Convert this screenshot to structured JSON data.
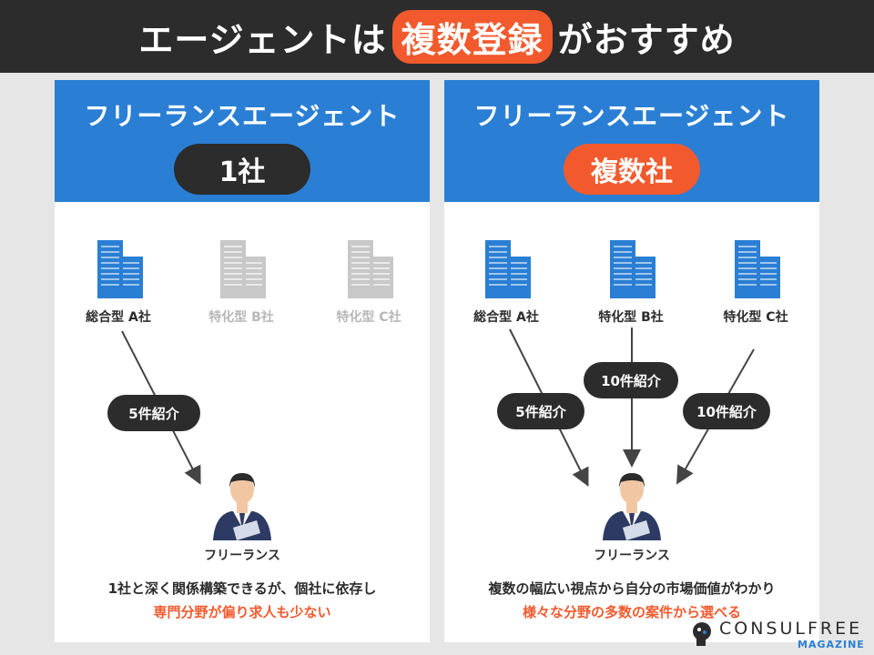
{
  "header": {
    "title_before": "エージェントは",
    "title_highlight": "複数登録",
    "title_after": "がおすすめ"
  },
  "left_panel": {
    "title": "フリーランスエージェント",
    "pill": "1社",
    "companies": [
      {
        "label": "総合型 A社",
        "active": true
      },
      {
        "label": "特化型 B社",
        "active": false
      },
      {
        "label": "特化型 C社",
        "active": false
      }
    ],
    "badges": [
      "5件紹介"
    ],
    "person_label": "フリーランス",
    "desc_line1": "1社と深く関係構築できるが、個社に依存し",
    "desc_line2": "専門分野が偏り求人も少ない"
  },
  "right_panel": {
    "title": "フリーランスエージェント",
    "pill": "複数社",
    "companies": [
      {
        "label": "総合型 A社",
        "active": true
      },
      {
        "label": "特化型 B社",
        "active": true
      },
      {
        "label": "特化型 C社",
        "active": true
      }
    ],
    "badges": [
      "5件紹介",
      "10件紹介",
      "10件紹介"
    ],
    "person_label": "フリーランス",
    "desc_line1": "複数の幅広い視点から自分の市場価値がわかり",
    "desc_line2": "様々な分野の多数の案件から選べる"
  },
  "logo": {
    "name": "CONSULFREE",
    "sub": "MAGAZINE"
  },
  "colors": {
    "accent_blue": "#2a7fd4",
    "accent_orange": "#f25a2e",
    "dark": "#2c2c2c",
    "inactive": "#b8b8b8"
  }
}
